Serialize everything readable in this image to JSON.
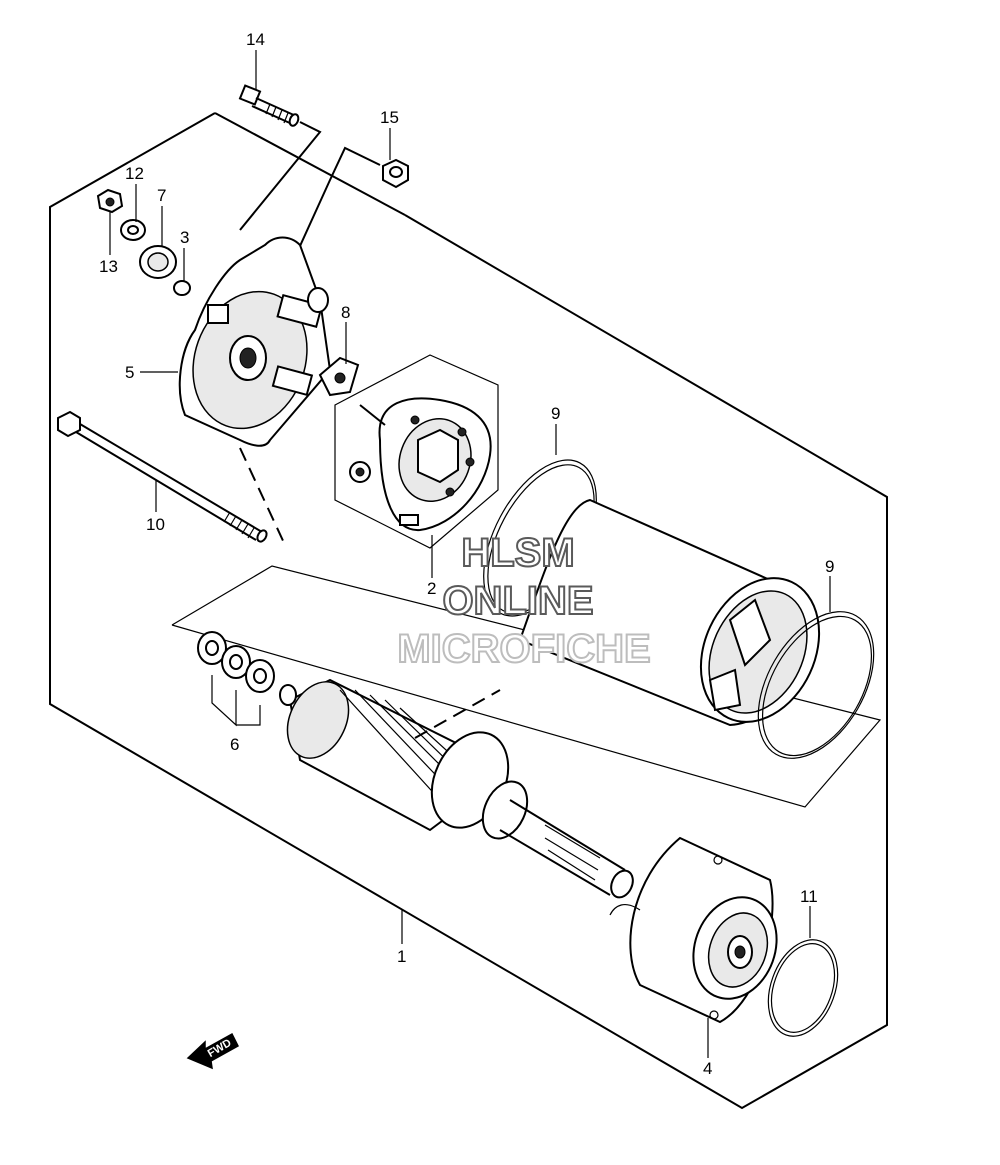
{
  "callouts": [
    {
      "id": "c14",
      "num": "14"
    },
    {
      "id": "c15",
      "num": "15"
    },
    {
      "id": "c12",
      "num": "12"
    },
    {
      "id": "c7",
      "num": "7"
    },
    {
      "id": "c3",
      "num": "3"
    },
    {
      "id": "c13",
      "num": "13"
    },
    {
      "id": "c8",
      "num": "8"
    },
    {
      "id": "c5",
      "num": "5"
    },
    {
      "id": "c9a",
      "num": "9"
    },
    {
      "id": "c10",
      "num": "10"
    },
    {
      "id": "c2",
      "num": "2"
    },
    {
      "id": "c9b",
      "num": "9"
    },
    {
      "id": "c6",
      "num": "6"
    },
    {
      "id": "c1",
      "num": "1"
    },
    {
      "id": "c11",
      "num": "11"
    },
    {
      "id": "c4",
      "num": "4"
    }
  ],
  "fwd_label": "FWD",
  "watermark": {
    "line1": "HLSM",
    "line2": "ONLINE",
    "line3": "MICROFICHE"
  }
}
